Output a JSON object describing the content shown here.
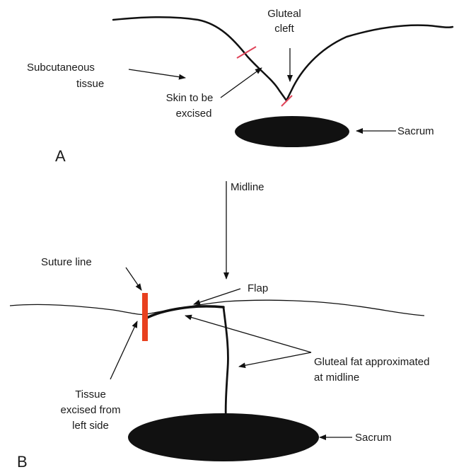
{
  "colors": {
    "ink": "#111111",
    "excision_mark": "#e0455a",
    "suture": "#e8401f"
  },
  "panel_a": {
    "letter": "A",
    "labels": {
      "gluteal_cleft_1": "Gluteal",
      "gluteal_cleft_2": "cleft",
      "subcutaneous_1": "Subcutaneous",
      "subcutaneous_2": "tissue",
      "skin_excised_1": "Skin to be",
      "skin_excised_2": "excised",
      "sacrum": "Sacrum"
    }
  },
  "panel_b": {
    "letter": "B",
    "labels": {
      "midline": "Midline",
      "suture_line": "Suture line",
      "flap": "Flap",
      "gluteal_fat_1": "Gluteal fat approximated",
      "gluteal_fat_2": "at midline",
      "tissue_excised_1": "Tissue",
      "tissue_excised_2": "excised from",
      "tissue_excised_3": "left side",
      "sacrum": "Sacrum"
    }
  }
}
